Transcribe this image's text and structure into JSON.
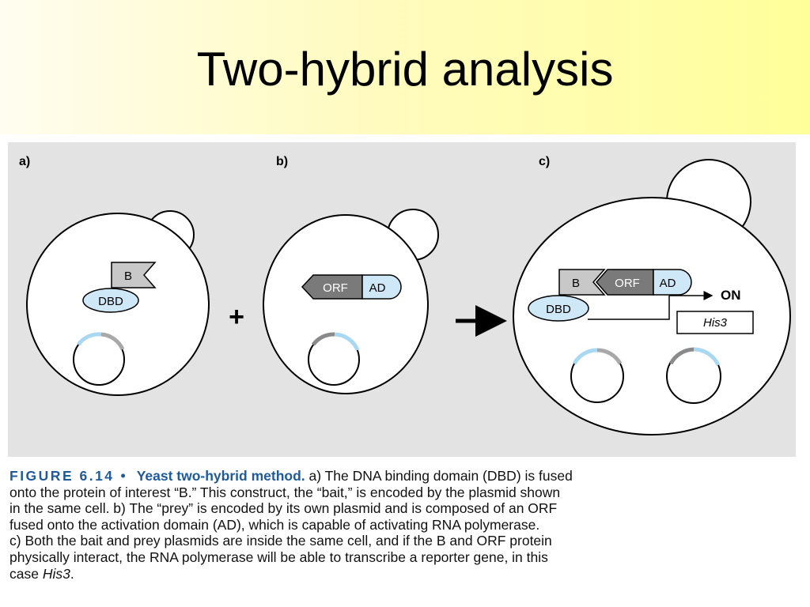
{
  "slide": {
    "title": "Two-hybrid analysis"
  },
  "figure": {
    "panels": {
      "a": "a)",
      "b": "b)",
      "c": "c)"
    },
    "boxes": {
      "b": "B",
      "dbd": "DBD",
      "orf": "ORF",
      "ad": "AD",
      "on": "ON",
      "his3": "His3"
    },
    "operators": {
      "plus": "+"
    },
    "colors": {
      "background": "#e3e3e3",
      "light_blue": "#cfe8f7",
      "domain_gray": "#c8c8c8",
      "orf_gray": "#7a7a7a",
      "caption_blue": "#1e5a9c"
    }
  },
  "caption": {
    "figure_label": "FIGURE 6.14",
    "bullet": "•",
    "figure_title": "Yeast two-hybrid method.",
    "line1_rest": "a) The DNA binding domain (DBD) is fused",
    "line2": "onto the protein of interest “B.” This construct, the “bait,” is encoded by the plasmid shown",
    "line3": "in the same cell. b) The “prey” is encoded by its own plasmid and is composed of an ORF",
    "line4": "fused onto the activation domain (AD), which is capable of activating RNA polymerase.",
    "line5": "c) Both the bait and prey plasmids are inside the same cell, and if the B and ORF protein",
    "line6": "physically interact, the RNA polymerase will be able to transcribe a reporter gene, in this",
    "line7_start": "case",
    "line7_gene": "His3",
    "line7_end": "."
  }
}
